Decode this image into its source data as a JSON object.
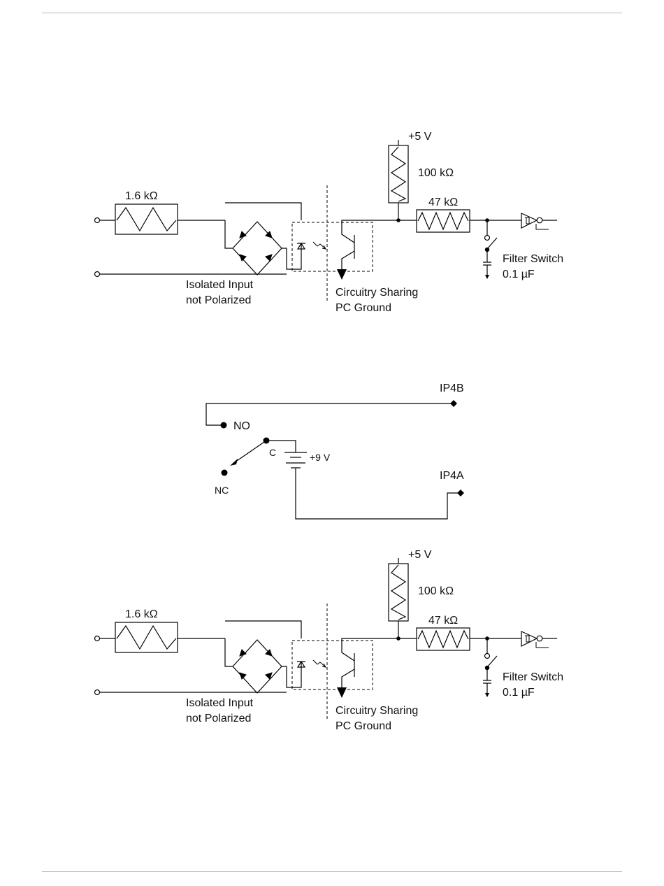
{
  "circuit_top": {
    "resistor_input": "1.6 kΩ",
    "supply": "+5 V",
    "resistor_pullup": "100 kΩ",
    "resistor_series": "47 kΩ",
    "bridge_label_line1": "Isolated Input",
    "bridge_label_line2": "not Polarized",
    "ground_label_line1": "Circuitry Sharing",
    "ground_label_line2": "PC Ground",
    "filter_label_line1": "Filter Switch",
    "filter_label_line2": "0.1 µF"
  },
  "relay": {
    "terminal_b": "IP4B",
    "terminal_a": "IP4A",
    "contact_no": "NO",
    "contact_c": "C",
    "contact_nc": "NC",
    "battery": "+9 V"
  },
  "circuit_bottom": {
    "resistor_input": "1.6 kΩ",
    "supply": "+5 V",
    "resistor_pullup": "100 kΩ",
    "resistor_series": "47 kΩ",
    "bridge_label_line1": "Isolated Input",
    "bridge_label_line2": "not Polarized",
    "ground_label_line1": "Circuitry Sharing",
    "ground_label_line2": "PC Ground",
    "filter_label_line1": "Filter Switch",
    "filter_label_line2": "0.1 µF"
  }
}
